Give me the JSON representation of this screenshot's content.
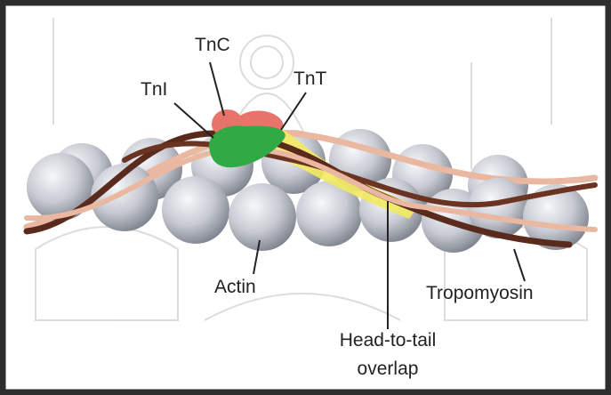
{
  "labels": {
    "tnc": "TnC",
    "tni": "TnI",
    "tnt": "TnT",
    "actin": "Actin",
    "tropomyosin": "Tropomyosin",
    "head_to_tail_line1": "Head-to-tail",
    "head_to_tail_line2": "overlap"
  },
  "colors": {
    "frame": "#2e2e2e",
    "actin_bead": "#c7cad2",
    "tropomyosin_dark": "#5a2a1c",
    "tropomyosin_light": "#eab8a0",
    "tnt_yellow": "#f2ea60",
    "tnc_red": "#e8736a",
    "tni_green": "#2faa44",
    "watermark": "#c9c9c9"
  }
}
